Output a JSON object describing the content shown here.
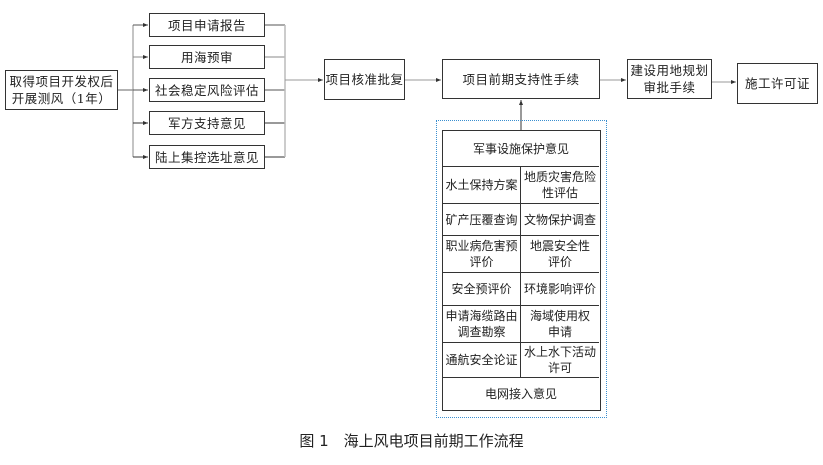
{
  "diagram": {
    "start": "取得项目开发权后\n开展测风（1年）",
    "parallel_items": [
      "项目申请报告",
      "用海预审",
      "社会稳定风险评估",
      "军方支持意见",
      "陆上集控选址意见"
    ],
    "approval": "项目核准批复",
    "support": "项目前期支持性手续",
    "land": "建设用地规划\n审批手续",
    "permit": "施工许可证",
    "support_table": {
      "top": "军事设施保护意见",
      "rows": [
        [
          "水土保持方案",
          "地质灾害危险\n性评估"
        ],
        [
          "矿产压覆查询",
          "文物保护调查"
        ],
        [
          "职业病危害预\n评价",
          "地震安全性\n评价"
        ],
        [
          "安全预评价",
          "环境影响评价"
        ],
        [
          "申请海缆路由\n调查勘察",
          "海域使用权\n申请"
        ],
        [
          "通航安全论证",
          "水上水下活动\n许可"
        ]
      ],
      "bottom": "电网接入意见"
    },
    "frame_color": "#3a8fd0"
  },
  "caption": "图 1　海上风电项目前期工作流程"
}
